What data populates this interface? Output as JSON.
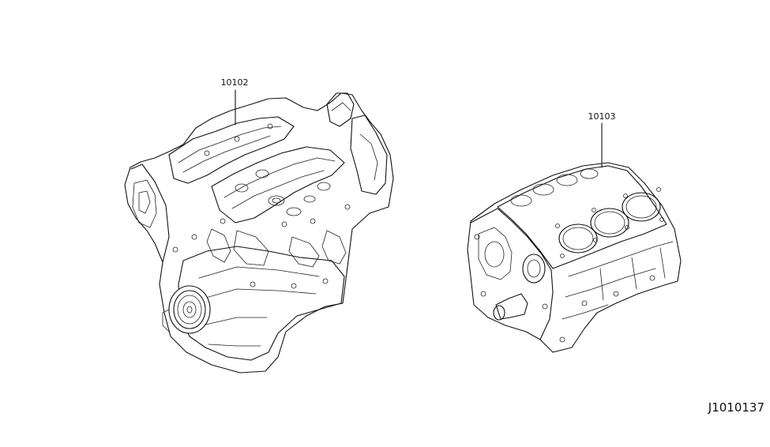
{
  "parts": [
    {
      "number": "10102"
    },
    {
      "number": "10103"
    }
  ],
  "diagram_code": "J1010137"
}
